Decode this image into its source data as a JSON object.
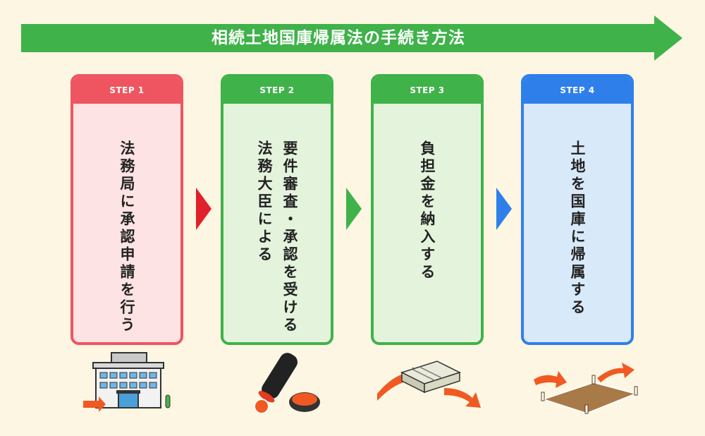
{
  "banner": {
    "title": "相続土地国庫帰属法の手続き方法",
    "color": "#3fb24a"
  },
  "steps": [
    {
      "label": "STEP 1",
      "lines": [
        "法務局に承認申請を行う"
      ],
      "color": "#ef5560",
      "bg": "#fde3e3",
      "illustration_icon": "building-icon"
    },
    {
      "label": "STEP 2",
      "lines": [
        "法務大臣による",
        "要件審査・承認を受ける"
      ],
      "color": "#3fb24a",
      "bg": "#e4f3dc",
      "illustration_icon": "hanko-stamp-icon"
    },
    {
      "label": "STEP 3",
      "lines": [
        "負担金を納入する"
      ],
      "color": "#3fb24a",
      "bg": "#e4f3dc",
      "illustration_icon": "money-bundle-icon"
    },
    {
      "label": "STEP 4",
      "lines": [
        "土地を国庫に帰属する"
      ],
      "color": "#2f7fea",
      "bg": "#d8e9f9",
      "illustration_icon": "land-plot-icon"
    }
  ]
}
